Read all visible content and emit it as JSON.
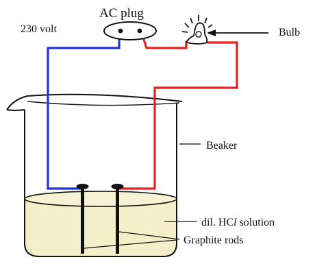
{
  "labels": {
    "ac_plug": "AC plug",
    "voltage": "230 volt",
    "bulb": "Bulb",
    "beaker": "Beaker",
    "solution_prefix": "dil. HC",
    "solution_italic": "l",
    "solution_suffix": " solution",
    "graphite_rods": "Graphite rods"
  },
  "colors": {
    "wire_negative": "#2433d6",
    "wire_positive": "#e32222",
    "solution": "#f5efc9",
    "outline": "#111111"
  }
}
